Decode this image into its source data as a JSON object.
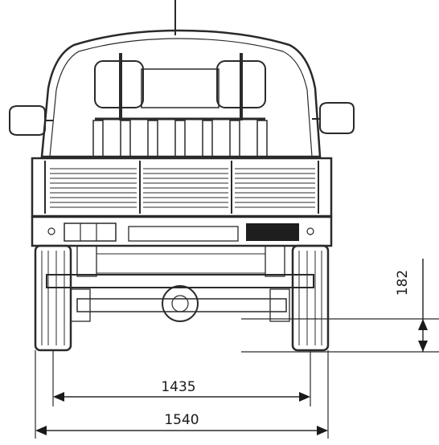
{
  "diagram": {
    "subject": "pickup-truck-rear-elevation",
    "dimensions": {
      "track_width": {
        "value": "1435"
      },
      "overall_width": {
        "value": "1540"
      },
      "ground_clearance": {
        "value": "182"
      }
    },
    "colors": {
      "line": "#2a2a2a",
      "fill_light": "#f2f2f2",
      "fill_mid": "#d9d9d9",
      "fill_dark": "#3a3a3a",
      "background": "#ffffff"
    }
  }
}
